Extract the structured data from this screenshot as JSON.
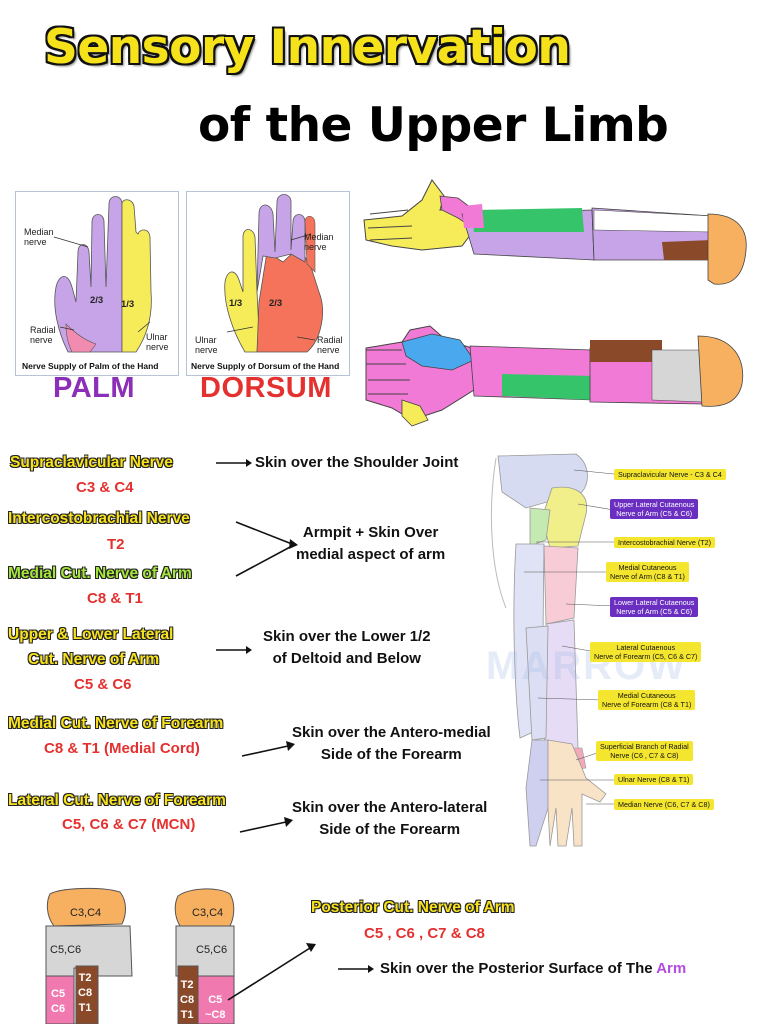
{
  "title": {
    "line1": "Sensory Innervation",
    "line2": "of the Upper Limb"
  },
  "hands": {
    "palm": {
      "labels": {
        "median": [
          "Median",
          "nerve"
        ],
        "radial": [
          "Radial",
          "nerve"
        ],
        "ulnar": [
          "Ulnar",
          "nerve"
        ]
      },
      "fractions": [
        "2/3",
        "1/3"
      ],
      "caption": "Nerve Supply of Palm of the Hand",
      "big_label": "PALM"
    },
    "dorsum": {
      "labels": {
        "median": [
          "Median",
          "nerve"
        ],
        "ulnar": [
          "Ulnar",
          "nerve"
        ],
        "radial": [
          "Radial",
          "nerve"
        ]
      },
      "fractions": [
        "1/3",
        "2/3"
      ],
      "caption": "Nerve Supply of Dorsum of the Hand",
      "big_label": "DORSUM"
    }
  },
  "nerves": [
    {
      "name": "Supraclavicular Nerve",
      "roots": "C3 & C4",
      "desc": [
        "Skin over the Shoulder Joint"
      ]
    },
    {
      "name": "Intercostobrachial Nerve",
      "roots": "T2",
      "desc": [
        "Armpit + Skin Over",
        "medial aspect of arm"
      ]
    },
    {
      "name": "Medial Cut. Nerve of Arm",
      "roots": "C8 & T1",
      "desc": []
    },
    {
      "name": "Upper & Lower Lateral",
      "name2": "Cut. Nerve of Arm",
      "roots": "C5 & C6",
      "desc": [
        "Skin over the Lower 1/2",
        "of Deltoid and Below"
      ]
    },
    {
      "name": "Medial Cut. Nerve of Forearm",
      "roots": "C8 & T1 (Medial Cord)",
      "desc": [
        "Skin over the Antero-medial",
        "Side of the Forearm"
      ]
    },
    {
      "name": "Lateral Cut. Nerve of Forearm",
      "roots": "C5, C6 & C7 (MCN)",
      "desc": [
        "Skin over the Antero-lateral",
        "Side of the Forearm"
      ]
    }
  ],
  "diagram_tags": [
    {
      "text": [
        "Supraclavicular Nerve - C3 & C4"
      ],
      "style": "yellow"
    },
    {
      "text": [
        "Upper Lateral Cutaenous",
        "Nerve of Arm (C5 & C6)"
      ],
      "style": "purple"
    },
    {
      "text": [
        "Intercostobrachial Nerve (T2)"
      ],
      "style": "yellow"
    },
    {
      "text": [
        "Medial Cutaneous",
        "Nerve of Arm (C8 & T1)"
      ],
      "style": "yellow"
    },
    {
      "text": [
        "Lower Lateral Cutaenous",
        "Nerve of Arm (C5 & C6)"
      ],
      "style": "purple"
    },
    {
      "text": [
        "Lateral Cutaenous",
        "Nerve of Forearm (C5, C6 & C7)"
      ],
      "style": "yellow"
    },
    {
      "text": [
        "Medial Cutaneous",
        "Nerve of Forearm (C8 & T1)"
      ],
      "style": "yellow"
    },
    {
      "text": [
        "Superficial Branch of  Radial",
        "Nerve (C6 , C7 & C8)"
      ],
      "style": "yellow"
    },
    {
      "text": [
        "Ulnar Nerve (C8 & T1)"
      ],
      "style": "yellow"
    },
    {
      "text": [
        "Median Nerve (C6, C7 & C8)"
      ],
      "style": "yellow"
    }
  ],
  "watermark": "MARROW",
  "bottom": {
    "arm1": {
      "cap": "C3,C4",
      "mid": "C5,C6",
      "left": [
        "C5",
        "C6"
      ],
      "right": [
        "T2",
        "C8",
        "T1"
      ]
    },
    "arm2": {
      "cap": "C3,C4",
      "mid": "C5,C6",
      "left": [
        "T2",
        "C8",
        "T1"
      ],
      "right": [
        "C5",
        "~C8"
      ]
    },
    "posterior_name": "Posterior Cut. Nerve of Arm",
    "posterior_roots": "C5 , C6 , C7 & C8",
    "posterior_desc": "Skin over the Posterior Surface of The",
    "posterior_desc_highlight": "Arm"
  },
  "colors": {
    "yellow": "#f7e21c",
    "red": "#e4312f",
    "purple_tag": "#6a2fc1",
    "palm_label": "#8b2fb8",
    "dorsum_label": "#e4312f",
    "lilac": "#c7a4e8",
    "pink": "#f16fd7",
    "green": "#36c46b",
    "blue": "#4aa8ef",
    "orange": "#f6b060",
    "brown": "#8a4a2a",
    "grey": "#d6d6d6"
  }
}
